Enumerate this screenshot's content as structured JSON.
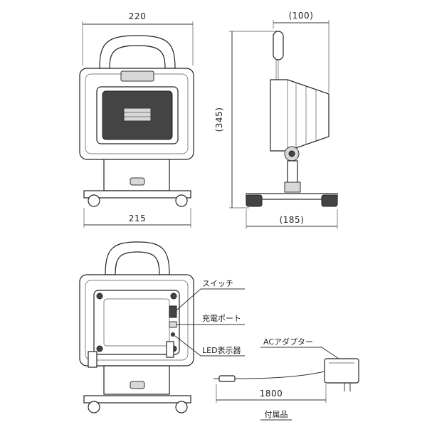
{
  "dimensions": {
    "top_width": "220",
    "base_width": "215",
    "height": "(345)",
    "depth": "(100)",
    "base_depth": "(185)",
    "cable_length": "1800"
  },
  "annotations": {
    "switch": "スイッチ",
    "charge_port": "充電ポート",
    "led_indicator": "LED表示器",
    "ac_adapter": "ACアダプター",
    "accessory": "付属品"
  },
  "colors": {
    "line": "#333333",
    "fill_dark": "#444444",
    "fill_grey": "#d8d8d8"
  }
}
